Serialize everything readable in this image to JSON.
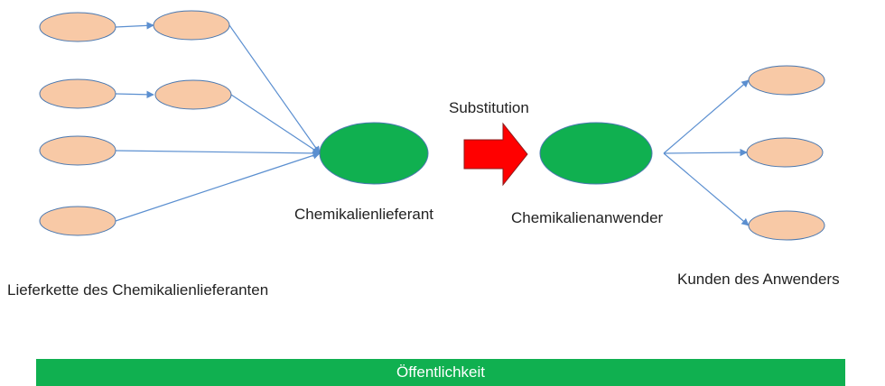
{
  "labels": {
    "substitution": "Substitution",
    "supplier": "Chemikalienlieferant",
    "user": "Chemikalienanwender",
    "supply_chain": "Lieferkette des Chemikalienlieferanten",
    "customers": "Kunden des Anwenders",
    "public": "Öffentlichkeit"
  },
  "colors": {
    "node_small": "#f8c9a6",
    "node_main": "#10b050",
    "node_stroke": "#4a78b0",
    "edge": "#5b8fd0",
    "substitution_arrow": "#ff0000",
    "substitution_arrow_stroke": "#8a1e1e",
    "public_bar": "#10b050"
  }
}
